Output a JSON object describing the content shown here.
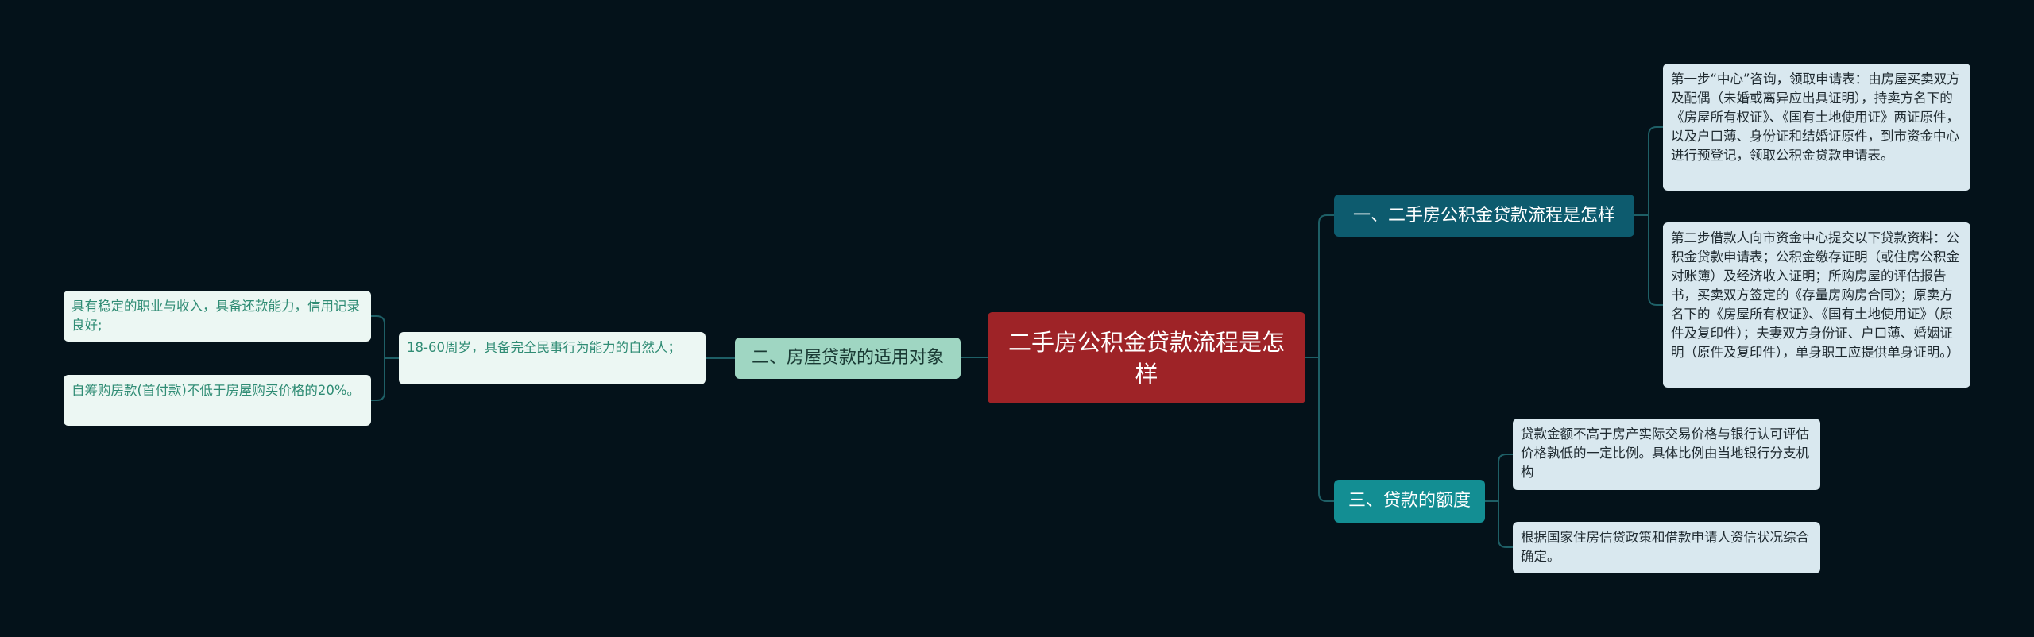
{
  "colors": {
    "background": "#04121a",
    "root": "#9e2327",
    "branch_1": "#0d5b6e",
    "branch_2": "#9fd6c2",
    "branch_3": "#138e93",
    "leaf_right": "#d9e8ef",
    "leaf_left": "#ecf7f3",
    "connector": "#1e5f66"
  },
  "root": {
    "label": "二手房公积金贷款流程是怎样"
  },
  "branches": [
    {
      "label": "一、二手房公积金贷款流程是怎样",
      "children": [
        {
          "text": "第一步“中心”咨询，领取申请表：由房屋买卖双方及配偶（未婚或离异应出具证明），持卖方名下的《房屋所有权证》、《国有土地使用证》两证原件，以及户口薄、身份证和结婚证原件，到市资金中心进行预登记，领取公积金贷款申请表。"
        },
        {
          "text": "第二步借款人向市资金中心提交以下贷款资料：公积金贷款申请表；公积金缴存证明（或住房公积金对账簿）及经济收入证明；所购房屋的评估报告书，买卖双方签定的《存量房购房合同》；原卖方名下的《房屋所有权证》、《国有土地使用证》（原件及复印件）；夫妻双方身份证、户口薄、婚姻证明（原件及复印件），单身职工应提供单身证明。）"
        }
      ]
    },
    {
      "label": "二、房屋贷款的适用对象",
      "children": [
        {
          "text": "18-60周岁，具备完全民事行为能力的自然人；",
          "children": [
            {
              "text": "具有稳定的职业与收入，具备还款能力，信用记录良好;"
            },
            {
              "text": "自筹购房款(首付款)不低于房屋购买价格的20%。"
            }
          ]
        }
      ]
    },
    {
      "label": "三、贷款的额度",
      "children": [
        {
          "text": "贷款金额不高于房产实际交易价格与银行认可评估价格孰低的一定比例。具体比例由当地银行分支机构"
        },
        {
          "text": "根据国家住房信贷政策和借款申请人资信状况综合确定。"
        }
      ]
    }
  ]
}
